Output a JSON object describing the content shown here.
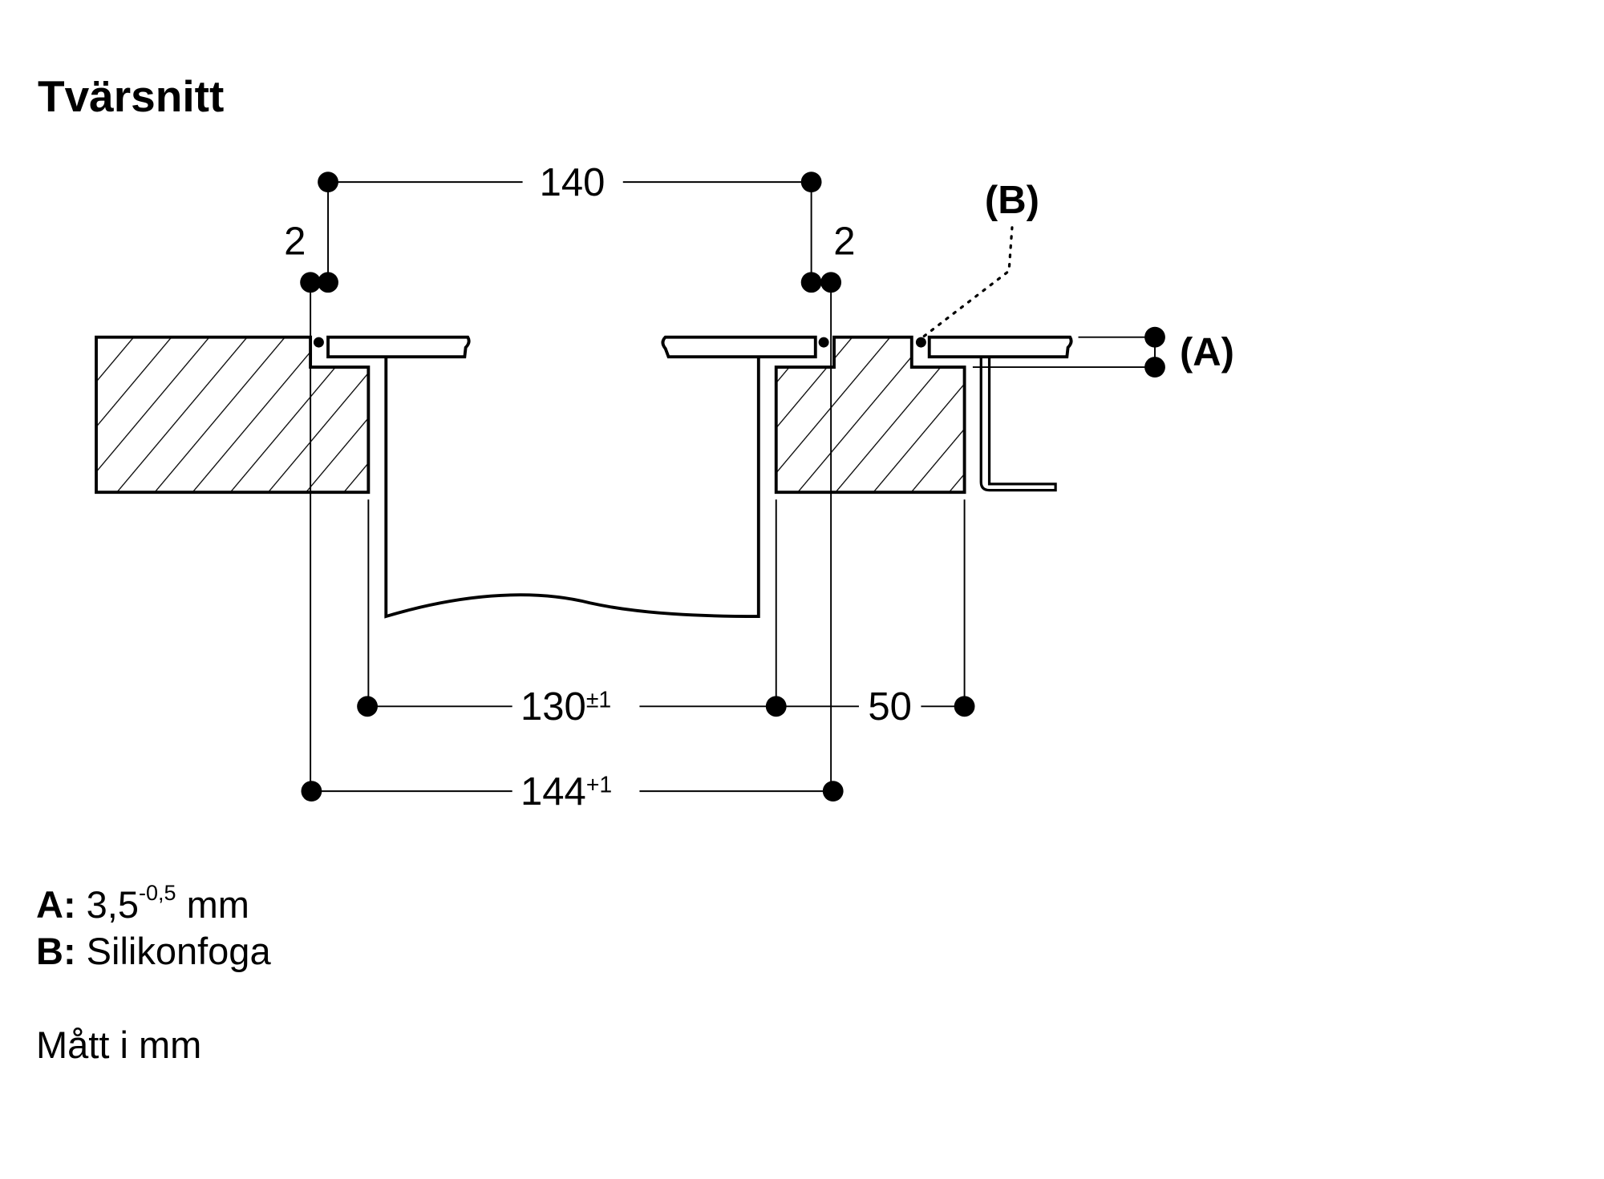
{
  "title": "Tvärsnitt",
  "dimensions": {
    "top_width": "140",
    "left_gap": "2",
    "right_gap": "2",
    "cutout_width": "130",
    "cutout_tolerance": "±1",
    "counter_depth": "50",
    "overall_width": "144",
    "overall_tolerance": "+1"
  },
  "callouts": {
    "a": "(A)",
    "b": "(B)"
  },
  "legend": {
    "a_key": "A:",
    "a_value": "3,5",
    "a_tolerance": "-0,5",
    "a_unit": "mm",
    "b_key": "B:",
    "b_value": "Silikonfoga",
    "units_note": "Mått i mm"
  }
}
